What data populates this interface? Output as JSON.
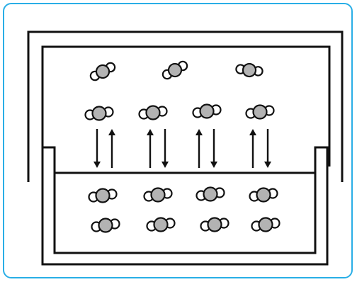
{
  "colors": {
    "frame_border": "#29aee6",
    "line": "#111111",
    "atom_center_fill": "#b3b3b3",
    "atom_end_fill": "#ffffff",
    "background": "#ffffff"
  },
  "vapor_molecules": {
    "count": 7
  },
  "liquid_molecules": {
    "count": 8
  },
  "exchange_arrows": {
    "pairs": 4,
    "directions": [
      "down",
      "up",
      "up",
      "down",
      "up",
      "down",
      "up",
      "down"
    ]
  }
}
